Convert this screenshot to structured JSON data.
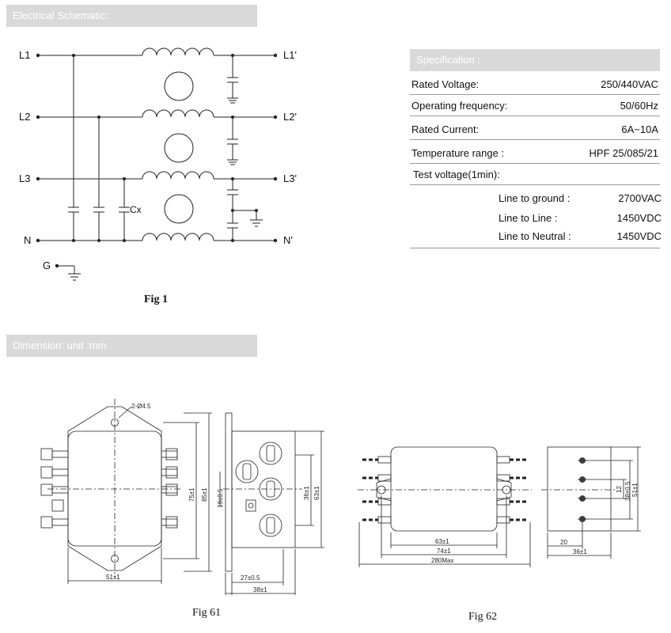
{
  "headers": {
    "schematic": "Electrical Schematic:",
    "specification": "Specification :",
    "dimension": "Dimension:   unit :mm"
  },
  "schematic": {
    "terminals_left": [
      "L1",
      "L2",
      "L3",
      "N",
      "G"
    ],
    "terminals_right": [
      "L1'",
      "L2'",
      "L3'",
      "N'"
    ],
    "cap_label": "Cx",
    "caption": "Fig 1"
  },
  "spec": {
    "rows": [
      {
        "label": "Rated Voltage:",
        "value": "250/440VAC"
      },
      {
        "label": "Operating frequency:",
        "value": "50/60Hz"
      },
      {
        "label": "Rated Current:",
        "value": "6A~10A"
      },
      {
        "label": "Temperature range :",
        "value": "HPF 25/085/21"
      }
    ],
    "test_voltage_label": "Test voltage(1min):",
    "test_rows": [
      {
        "label": "Line to ground :",
        "value": "2700VAC"
      },
      {
        "label": "Line to Line :",
        "value": "1450VDC"
      },
      {
        "label": "Line to Neutral :",
        "value": "1450VDC"
      }
    ]
  },
  "fig61": {
    "caption": "Fig 61",
    "hole": "2-Ø4.5",
    "dim_75": "75±1",
    "dim_85": "85±1",
    "dim_19": "19±0.5",
    "dim_36": "36±1",
    "dim_63": "63±1",
    "dim_51": "51±1",
    "dim_27": "27±0.5",
    "dim_38": "38±1"
  },
  "fig62": {
    "caption": "Fig 62",
    "dim_63": "63±1",
    "dim_74": "74±1",
    "dim_280": "280Max",
    "dim_12": "12",
    "dim_38": "38±0.5",
    "dim_51": "51±1",
    "dim_20": "20",
    "dim_36": "36±1"
  }
}
